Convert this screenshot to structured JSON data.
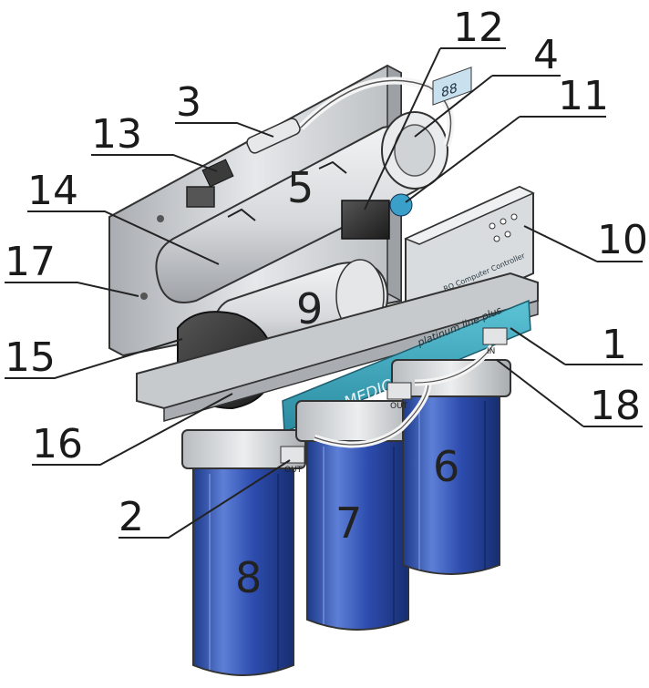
{
  "labels": {
    "l1": "1",
    "l2": "2",
    "l3": "3",
    "l4": "4",
    "l5": "5",
    "l6": "6",
    "l7": "7",
    "l8": "8",
    "l9": "9",
    "l10": "10",
    "l11": "11",
    "l12": "12",
    "l13": "13",
    "l14": "14",
    "l15": "15",
    "l16": "16",
    "l17": "17",
    "l18": "18"
  },
  "brand": {
    "name": "AQUA MEDIC",
    "product": "platinum line plus",
    "controller": "RO Computer Controller",
    "display": "88"
  },
  "ports": {
    "out_1": "OUT",
    "out_2": "OUT",
    "in": "IN"
  },
  "colors": {
    "metal": "#cfd2d5",
    "housing_blue": "#2f4ea6",
    "teal_band": "#3aa9c0",
    "line": "#222222"
  }
}
